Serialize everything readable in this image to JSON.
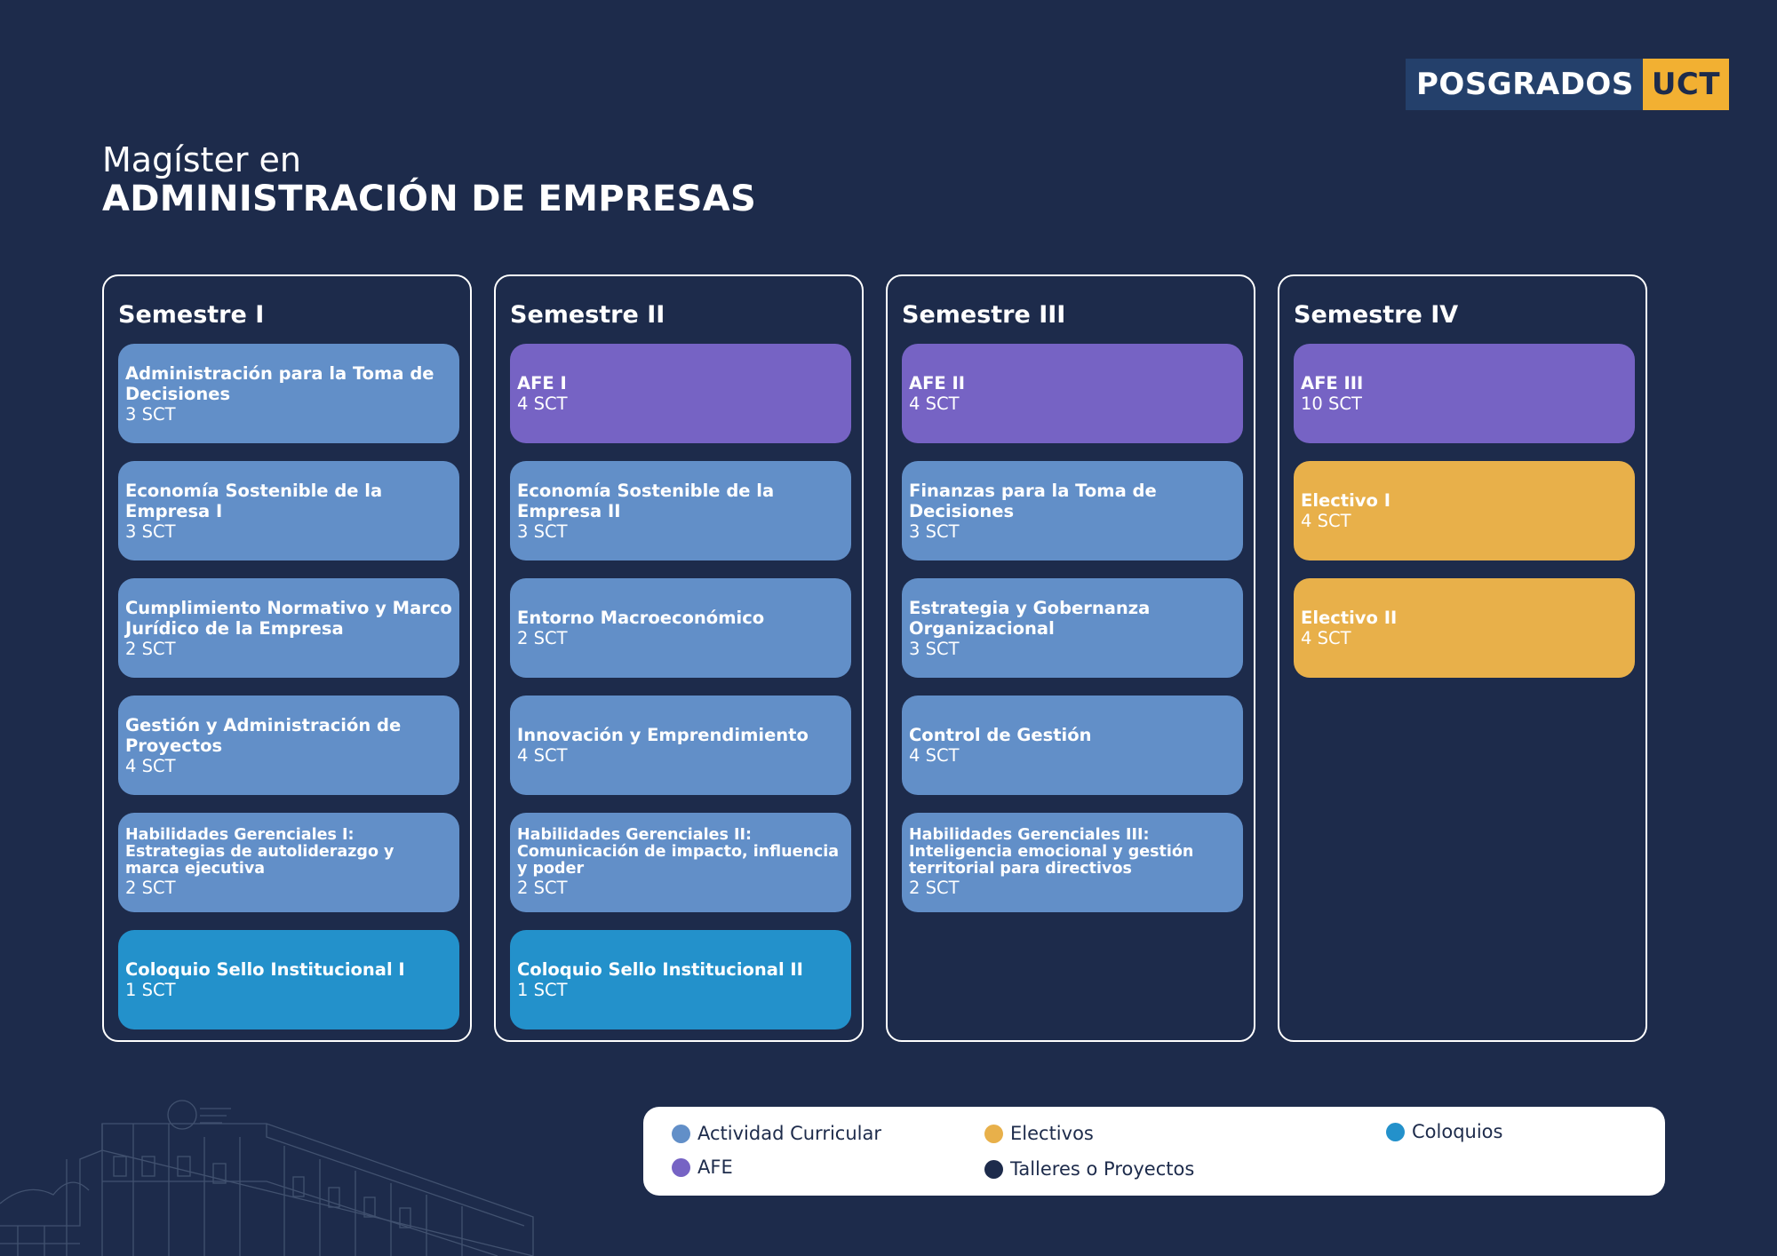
{
  "brand": {
    "part1": "POSGRADOS",
    "part2": "UCT",
    "accent": "#f2b032",
    "dark": "#24406b"
  },
  "program": {
    "prefix": "Magíster en",
    "name": "ADMINISTRACIÓN DE EMPRESAS"
  },
  "colors": {
    "background": "#1d2b4b",
    "curricular": "#628fc8",
    "afe": "#7663c4",
    "electivo": "#e8b04a",
    "coloquio": "#2391cb",
    "talleres": "#1d2b4b"
  },
  "semesters": [
    {
      "title": "Semestre I",
      "courses": [
        {
          "name": "Administración para la Toma de Decisiones",
          "credits": "3 SCT",
          "type": "curricular"
        },
        {
          "name": "Economía Sostenible de la Empresa I",
          "credits": "3 SCT",
          "type": "curricular"
        },
        {
          "name": "Cumplimiento Normativo y Marco Jurídico de la Empresa",
          "credits": "2 SCT",
          "type": "curricular"
        },
        {
          "name": "Gestión y Administración de Proyectos",
          "credits": "4 SCT",
          "type": "curricular"
        },
        {
          "name": "Habilidades Gerenciales I: Estrategias de autoliderazgo y marca ejecutiva",
          "credits": "2 SCT",
          "type": "curricular"
        },
        {
          "name": "Coloquio Sello Institucional I",
          "credits": "1 SCT",
          "type": "coloquio"
        }
      ]
    },
    {
      "title": "Semestre II",
      "courses": [
        {
          "name": "AFE I",
          "credits": "4 SCT",
          "type": "afe"
        },
        {
          "name": "Economía Sostenible de la Empresa II",
          "credits": "3 SCT",
          "type": "curricular"
        },
        {
          "name": "Entorno Macroeconómico",
          "credits": "2 SCT",
          "type": "curricular"
        },
        {
          "name": "Innovación y Emprendimiento",
          "credits": "4 SCT",
          "type": "curricular"
        },
        {
          "name": "Habilidades Gerenciales II: Comunicación de impacto, influencia y poder",
          "credits": "2 SCT",
          "type": "curricular"
        },
        {
          "name": "Coloquio Sello Institucional II",
          "credits": "1 SCT",
          "type": "coloquio"
        }
      ]
    },
    {
      "title": "Semestre III",
      "courses": [
        {
          "name": "AFE II",
          "credits": "4 SCT",
          "type": "afe"
        },
        {
          "name": "Finanzas para la Toma de Decisiones",
          "credits": "3 SCT",
          "type": "curricular"
        },
        {
          "name": "Estrategia y Gobernanza Organizacional",
          "credits": "3 SCT",
          "type": "curricular"
        },
        {
          "name": "Control de Gestión",
          "credits": "4 SCT",
          "type": "curricular"
        },
        {
          "name": "Habilidades Gerenciales III: Inteligencia emocional y gestión territorial para directivos",
          "credits": "2 SCT",
          "type": "curricular"
        }
      ]
    },
    {
      "title": "Semestre IV",
      "courses": [
        {
          "name": "AFE III",
          "credits": "10 SCT",
          "type": "afe"
        },
        {
          "name": "Electivo I",
          "credits": "4 SCT",
          "type": "electivo"
        },
        {
          "name": "Electivo II",
          "credits": "4 SCT",
          "type": "electivo"
        }
      ]
    }
  ],
  "legend": [
    {
      "label": "Actividad Curricular",
      "color": "#628fc8"
    },
    {
      "label": "Electivos",
      "color": "#e8b04a"
    },
    {
      "label": "Coloquios",
      "color": "#2391cb"
    },
    {
      "label": "AFE",
      "color": "#7663c4"
    },
    {
      "label": "Talleres o Proyectos",
      "color": "#1d2b4b"
    }
  ]
}
